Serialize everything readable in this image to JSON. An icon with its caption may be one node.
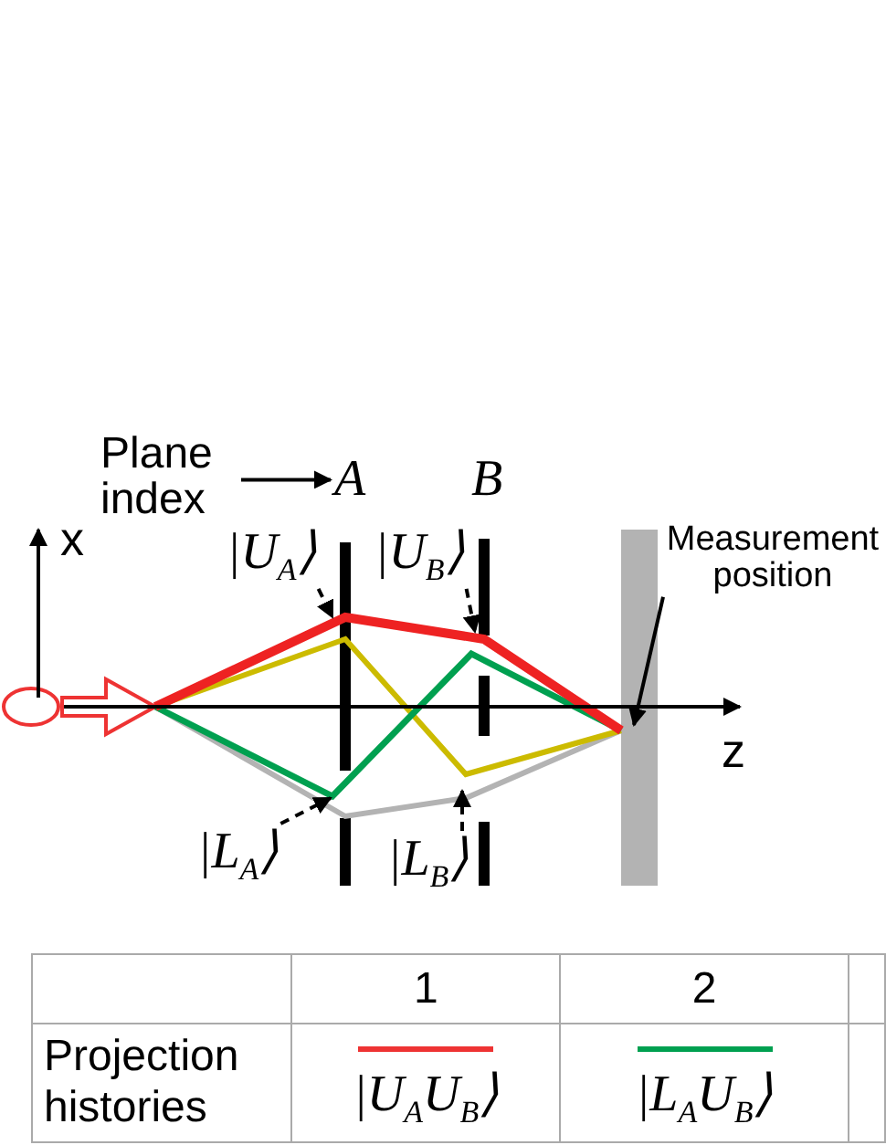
{
  "diagram": {
    "nodes": [
      {
        "text": [
          "Plane index"
        ]
      },
      {
        "text": [
          "A"
        ]
      },
      {
        "text": [
          "|U$_{A}$⟩"
        ]
      },
      {
        "text": [
          "|U$_{B}$⟩"
        ]
      },
      {
        "text": [
          "|L$_{A}$⟩"
        ]
      },
      {
        "text": [
          "|L$_{B}$⟩"
        ]
      },
      {
        "text": [
          "Measurement position"
        ]
      }
    ],
    "edges": [
      {
        "from": 0,
        "to": 1,
        "arrow": "to"
      },
      {
        "from": 2,
        "to": null,
        "arrow": "to",
        "style": "dashed"
      },
      {
        "from": 3,
        "to": null,
        "arrow": "to",
        "style": "dashed"
      },
      {
        "from": 4,
        "to": null,
        "arrow": "to",
        "style": "dashed"
      },
      {
        "from": 5,
        "to": null,
        "arrow": "to",
        "style": "dashed"
      },
      {
        "from": 6,
        "to": null,
        "arrow": "to"
      }
    ],
    "labels": [
      "x",
      "B",
      "z",
      "1",
      "2",
      "Projection histories",
      "|U$_{A}$U$_{B}$⟩",
      "|L$_{A}$U$_{B}$⟩"
    ]
  }
}
